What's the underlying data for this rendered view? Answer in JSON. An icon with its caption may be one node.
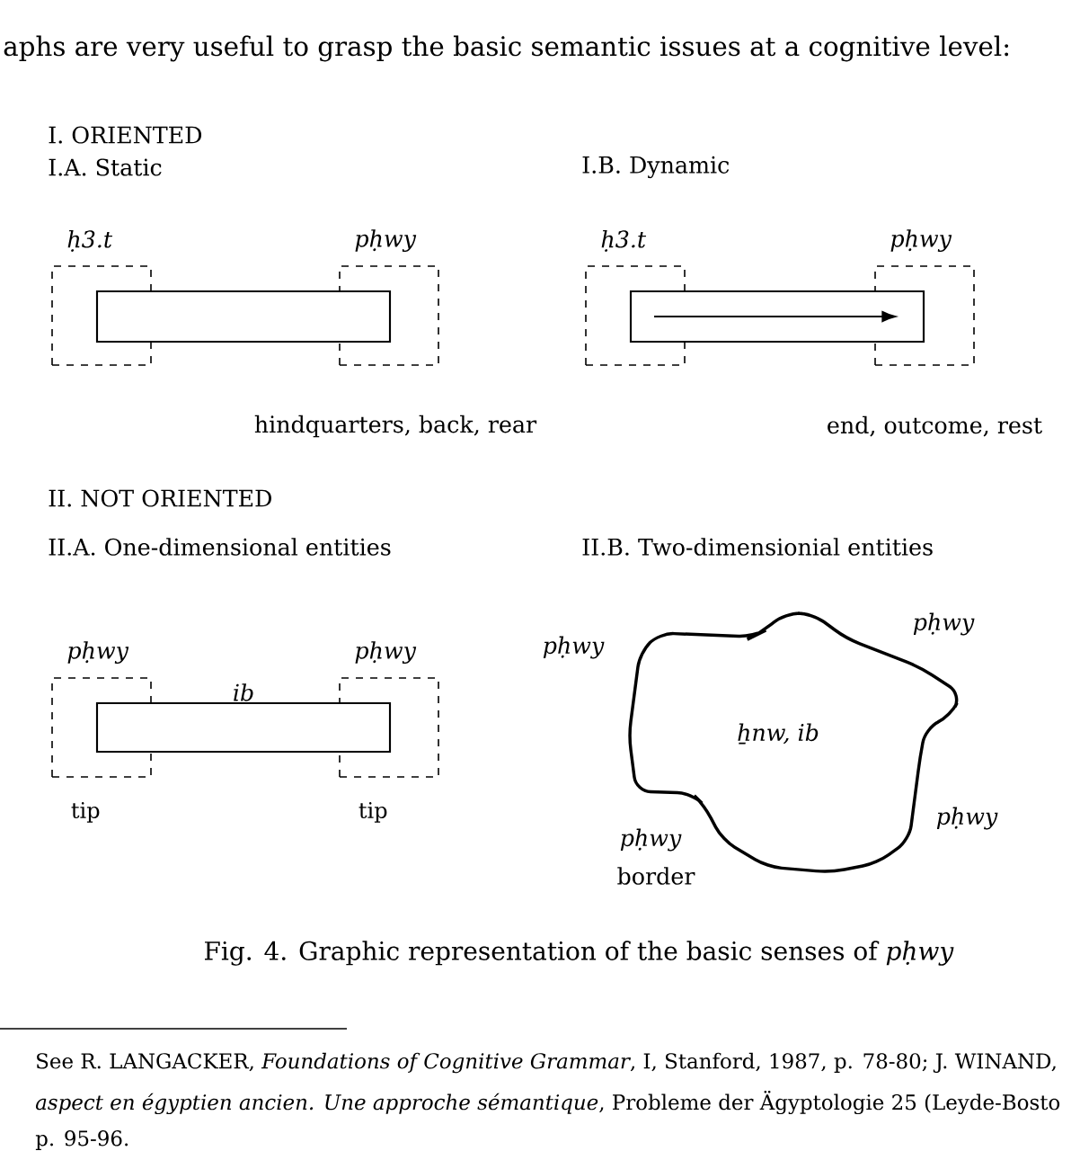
{
  "diagram": {
    "caption": "Fig. 4. Graphic representation of the basic senses of *pḥwy*",
    "nodes": [
      {
        "text": [
          "ḥ3.t"
        ]
      },
      {
        "text": [
          "pḥwy"
        ]
      },
      {
        "text": [],
        "shape": "bar"
      },
      {
        "text": [
          "ḥ3.t"
        ]
      },
      {
        "text": [
          "pḥwy"
        ]
      },
      {
        "text": [],
        "shape": "bar"
      },
      {
        "text": [
          "pḥwy"
        ],
        "beside": [
          "tip"
        ]
      },
      {
        "text": [
          "pḥwy"
        ],
        "beside": [
          "tip"
        ]
      },
      {
        "text": [
          "ib"
        ]
      },
      {
        "text": [
          "ẖnw, ib"
        ]
      }
    ],
    "edges": [],
    "labels": [
      "aphs are very useful to grasp the basic semantic issues at a cognitive level:",
      "I. ORIENTED",
      "I.A. Static",
      "I.B. Dynamic",
      "hindquarters, back, rear",
      "end, outcome, rest",
      "II. NOT ORIENTED",
      "II.A. One-dimensional entities",
      "II.B. Two-dimensionial entities",
      "pḥwy",
      "pḥwy",
      "pḥwy",
      "pḥwy",
      "border",
      "See R. LANGACKER, *Foundations of Cognitive Grammar*, I, Stanford, 1987, p. 78-80; J. WINAND,",
      "*aspect en égyptien ancien. Une approche sémantique*, Probleme der Ägyptologie 25 (Leyde-Bosto",
      "p. 95-96."
    ]
  }
}
